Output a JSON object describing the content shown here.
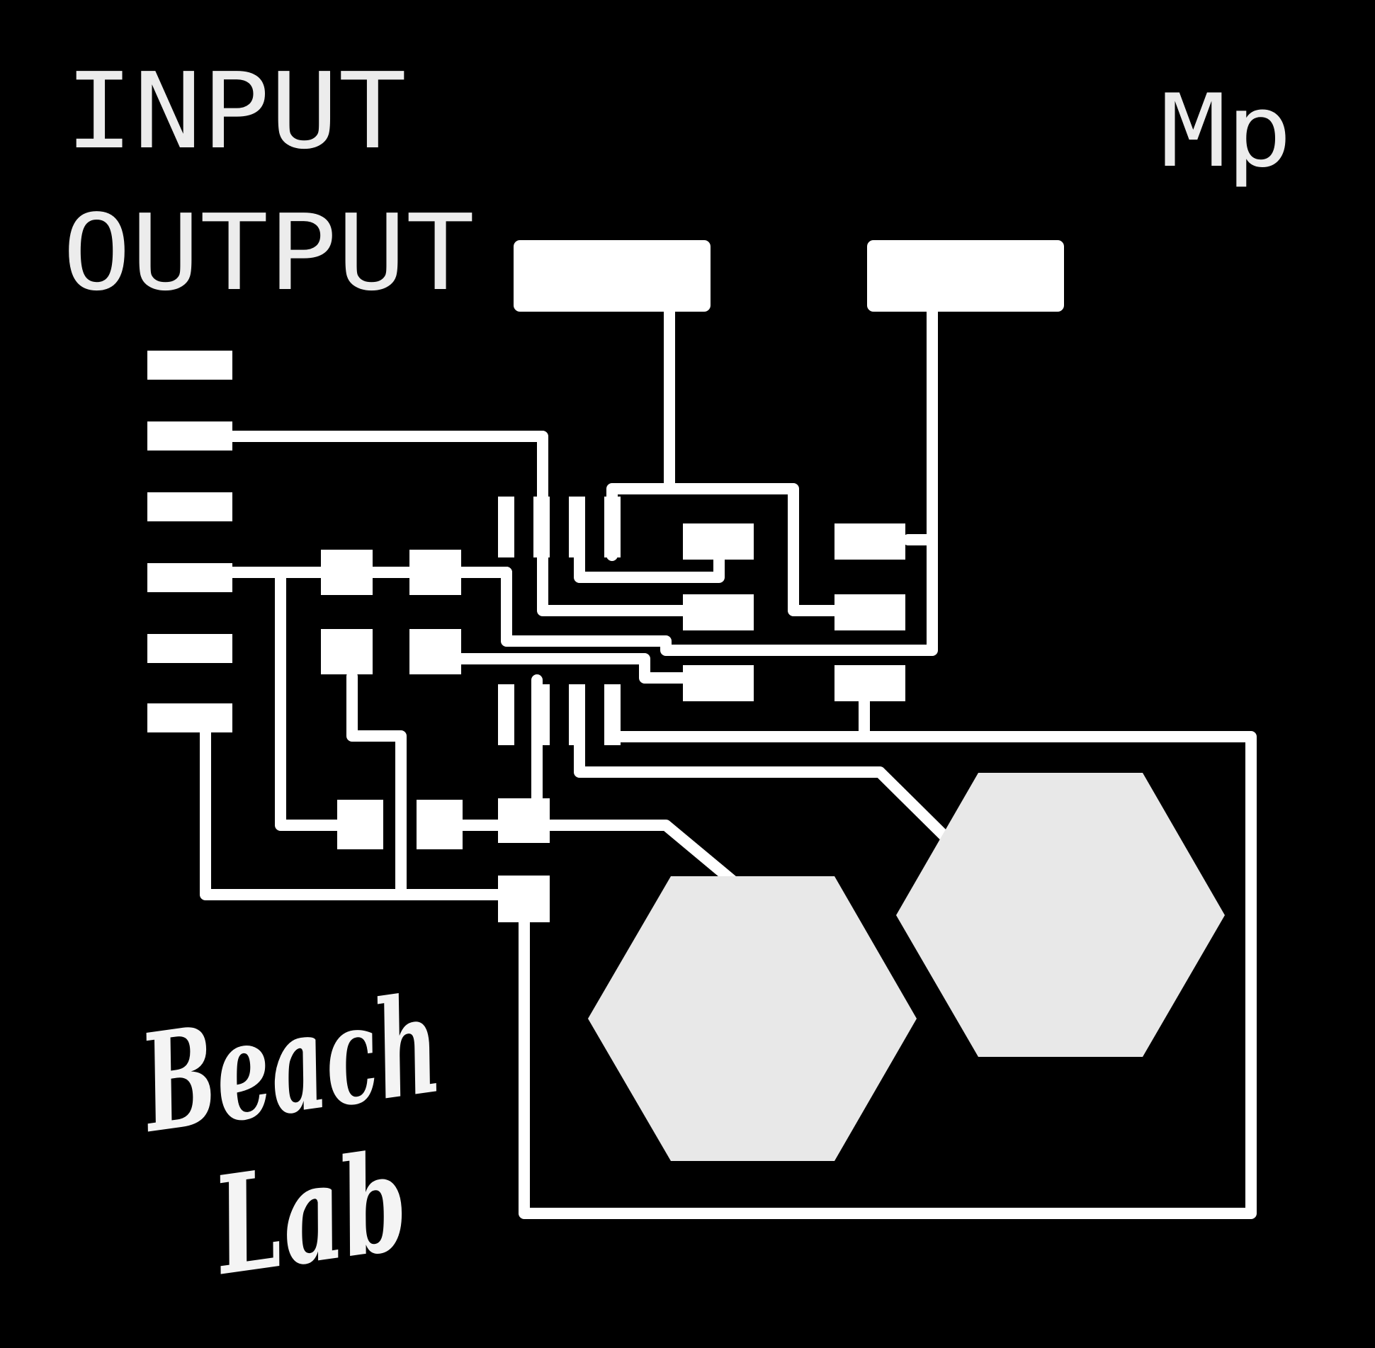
{
  "labels": {
    "line1": "INPUT",
    "line2": "OUTPUT",
    "corner": "Mp"
  },
  "logo": {
    "line1": "Beach",
    "line2": "Lab"
  },
  "colors": {
    "background": "#000000",
    "copper": "#ffffff",
    "text": "#ececec",
    "pad_large": "#e8e8e8"
  }
}
